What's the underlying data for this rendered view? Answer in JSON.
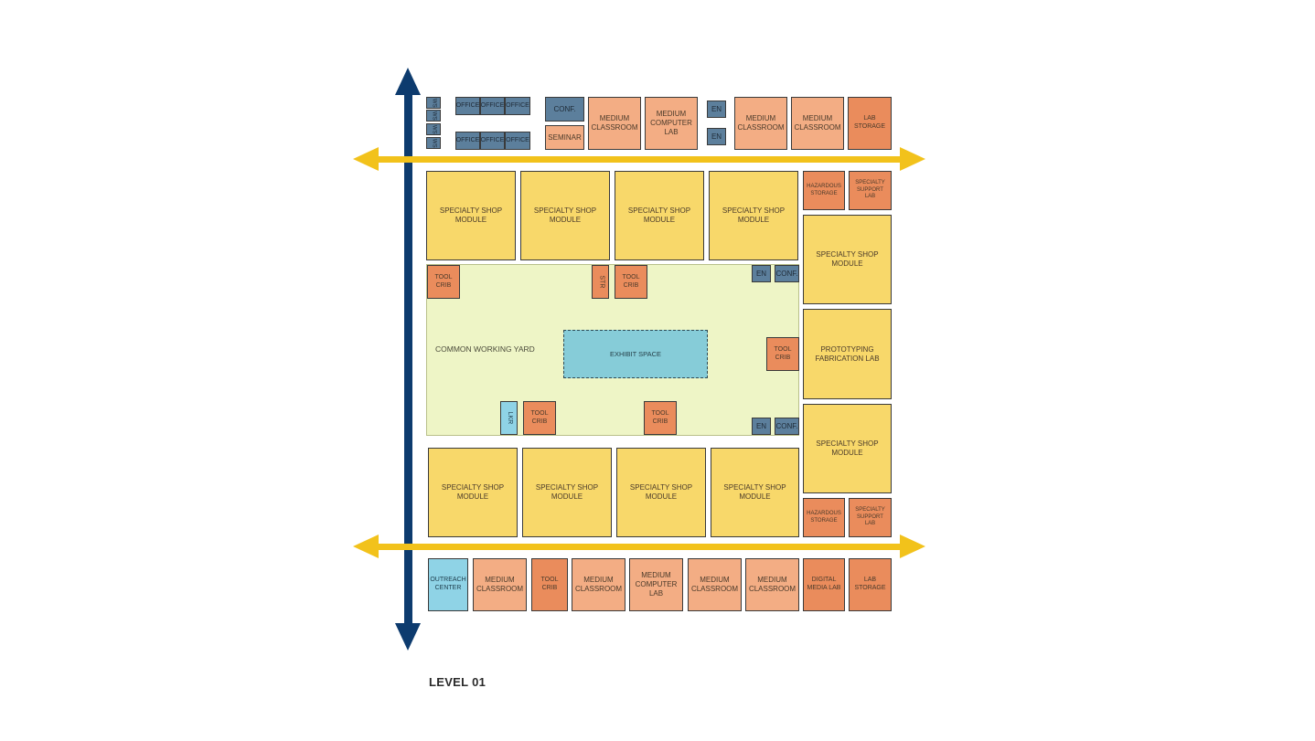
{
  "title": "LEVEL 01",
  "yard": {
    "label": "COMMON WORKING YARD",
    "exhibit": "EXHIBIT SPACE"
  },
  "rooms": {
    "ws1": "WS",
    "ws2": "WS",
    "ws3": "WS",
    "ws4": "WS",
    "office1": "OFFICE",
    "office2": "OFFICE",
    "office3": "OFFICE",
    "office4": "OFFICE",
    "office5": "OFFICE",
    "office6": "OFFICE",
    "conf_top": "CONF.",
    "seminar": "SEMINAR",
    "med_class_t1": "MEDIUM\nCLASSROOM",
    "med_comp_t": "MEDIUM\nCOMPUTER\nLAB",
    "en_t1": "EN",
    "en_t2": "EN",
    "med_class_t2": "MEDIUM\nCLASSROOM",
    "med_class_t3": "MEDIUM\nCLASSROOM",
    "lab_storage_t": "LAB\nSTORAGE",
    "ssm_1": "SPECIALTY SHOP\nMODULE",
    "ssm_2": "SPECIALTY SHOP\nMODULE",
    "ssm_3": "SPECIALTY SHOP\nMODULE",
    "ssm_4": "SPECIALTY SHOP\nMODULE",
    "haz_t": "HAZARDOUS\nSTORAGE",
    "ssl_t": "SPECIALTY\nSUPPORT\nLAB",
    "ssm_r1": "SPECIALTY SHOP\nMODULE",
    "proto": "PROTOTYPING\nFABRICATION LAB",
    "ssm_r2": "SPECIALTY SHOP\nMODULE",
    "haz_b": "HAZARDOUS\nSTORAGE",
    "ssl_b": "SPECIALTY\nSUPPORT\nLAB",
    "tool_1": "TOOL\nCRIB",
    "str": "STR",
    "tool_2": "TOOL\nCRIB",
    "en_y1": "EN",
    "conf_y1": "CONF.",
    "tool_3": "TOOL\nCRIB",
    "lkr": "LKR",
    "tool_4": "TOOL\nCRIB",
    "tool_5": "TOOL\nCRIB",
    "en_y2": "EN",
    "conf_y2": "CONF.",
    "ssm_5": "SPECIALTY SHOP\nMODULE",
    "ssm_6": "SPECIALTY SHOP\nMODULE",
    "ssm_7": "SPECIALTY SHOP\nMODULE",
    "ssm_8": "SPECIALTY SHOP\nMODULE",
    "outreach": "OUTREACH\nCENTER",
    "med_class_b1": "MEDIUM\nCLASSROOM",
    "tool_b": "TOOL\nCRIB",
    "med_class_b2": "MEDIUM\nCLASSROOM",
    "med_comp_b": "MEDIUM\nCOMPUTER\nLAB",
    "med_class_b3": "MEDIUM\nCLASSROOM",
    "med_class_b4": "MEDIUM\nCLASSROOM",
    "digital": "DIGITAL\nMEDIA LAB",
    "lab_storage_b": "LAB\nSTORAGE"
  },
  "colors": {
    "circulation_vertical": "#0d3b6e",
    "circulation_horizontal": "#f2c21b",
    "office": "#5c7f9c",
    "classroom": "#f3ad84",
    "support": "#ea8c5c",
    "shop": "#f8d86a",
    "yard": "#eef5c6",
    "exhibit": "#86ccd8"
  }
}
